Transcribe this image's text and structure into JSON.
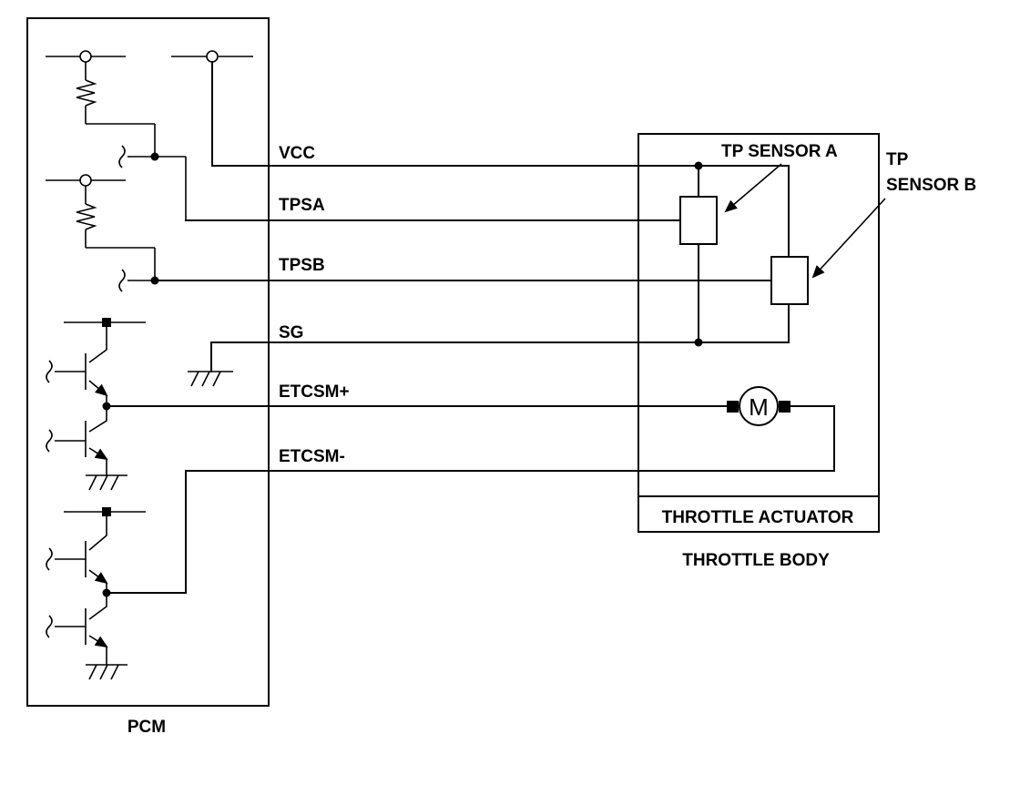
{
  "labels": {
    "pcm": "PCM",
    "vcc": "VCC",
    "tpsa": "TPSA",
    "tpsb": "TPSB",
    "sg": "SG",
    "etcsm_plus": "ETCSM+",
    "etcsm_minus": "ETCSM-",
    "tp_sensor_a": "TP SENSOR A",
    "tp_sensor_b_line1": "TP",
    "tp_sensor_b_line2": "SENSOR B",
    "throttle_actuator": "THROTTLE ACTUATOR",
    "throttle_body": "THROTTLE BODY",
    "motor": "M"
  }
}
